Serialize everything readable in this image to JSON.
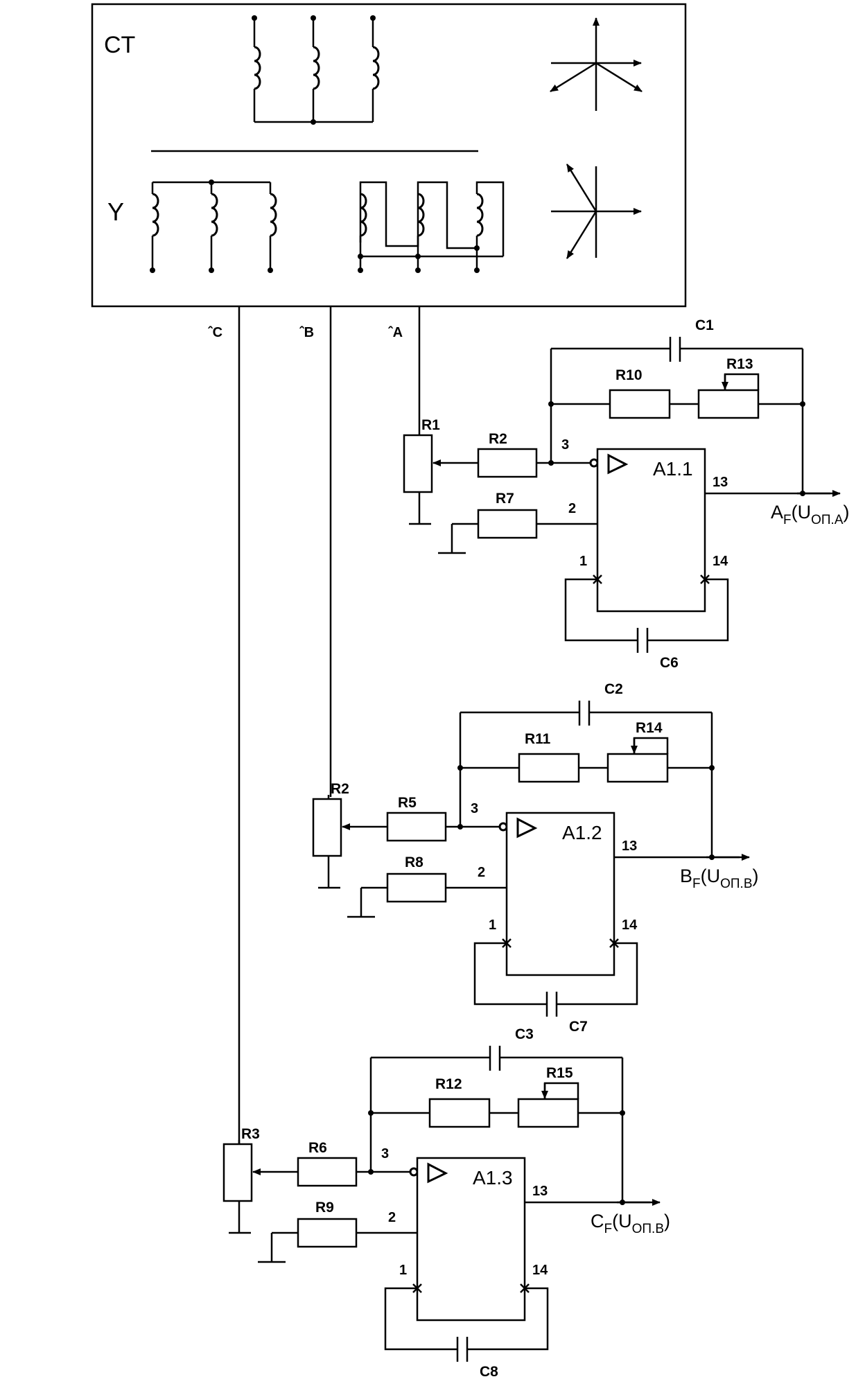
{
  "transformer": {
    "top_label": "CT",
    "bottom_label": "Y",
    "phase_c": "C",
    "phase_b": "B",
    "phase_a": "A"
  },
  "stages": [
    {
      "opamp": "A1.1",
      "pot": "R1",
      "r_in": "R2",
      "r_gnd": "R7",
      "r_fb": "R10",
      "r_trim": "R13",
      "c_fb": "C1",
      "c_comp": "C6",
      "pin_inv": "3",
      "pin_noninv": "2",
      "pin_out": "13",
      "pin_c1": "1",
      "pin_c2": "14",
      "out_main": "A",
      "out_sub": "F",
      "out_paren_open": "(U",
      "out_paren_sub": "ОП.А",
      "out_paren_close": ")"
    },
    {
      "opamp": "A1.2",
      "pot": "R2",
      "r_in": "R5",
      "r_gnd": "R8",
      "r_fb": "R11",
      "r_trim": "R14",
      "c_fb": "C2",
      "c_comp": "C7",
      "pin_inv": "3",
      "pin_noninv": "2",
      "pin_out": "13",
      "pin_c1": "1",
      "pin_c2": "14",
      "out_main": "B",
      "out_sub": "F",
      "out_paren_open": "(U",
      "out_paren_sub": "ОП.В",
      "out_paren_close": ")"
    },
    {
      "opamp": "A1.3",
      "pot": "R3",
      "r_in": "R6",
      "r_gnd": "R9",
      "r_fb": "R12",
      "r_trim": "R15",
      "c_fb": "C3",
      "c_comp": "C8",
      "pin_inv": "3",
      "pin_noninv": "2",
      "pin_out": "13",
      "pin_c1": "1",
      "pin_c2": "14",
      "out_main": "C",
      "out_sub": "F",
      "out_paren_open": "(U",
      "out_paren_sub": "ОП.В",
      "out_paren_close": ")"
    }
  ]
}
